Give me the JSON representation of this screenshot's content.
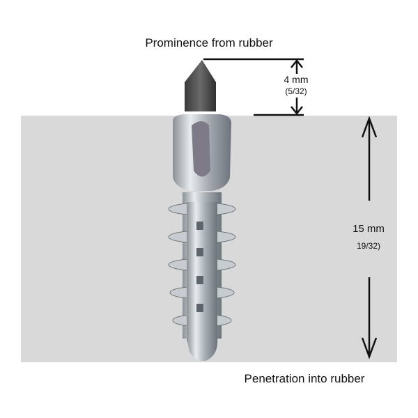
{
  "labels": {
    "top_title": "Prominence from rubber",
    "prominence_mm": "4 mm",
    "prominence_in": "(5/32)",
    "penetration_mm": "15 mm",
    "penetration_in": "19/32)",
    "bottom_title": "Penetration into rubber"
  },
  "colors": {
    "rubber": "#d9d9d9",
    "pin": "#4a4a4a",
    "body": "#b8bec4",
    "line": "#111111"
  }
}
